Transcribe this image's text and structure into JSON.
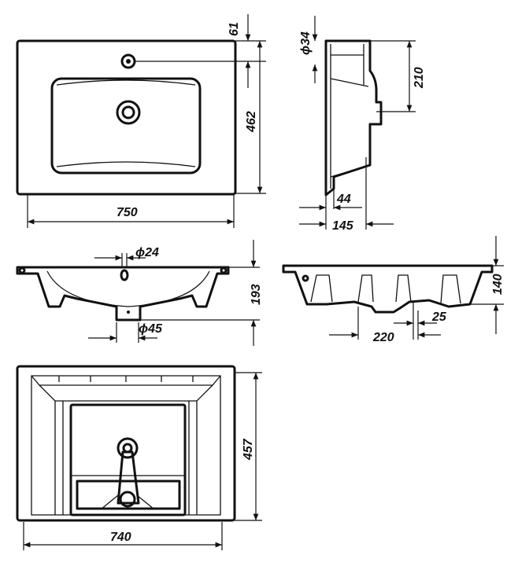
{
  "title": "Washbasin technical drawing",
  "dimensions": {
    "top_view": {
      "tap_offset": "61",
      "depth": "462",
      "width": "750"
    },
    "side_view": {
      "tap_hole_diameter": "ϕ34",
      "drain_height": "210",
      "wall_gap": "44",
      "total_depth": "145"
    },
    "front_section": {
      "tap_hole": "ϕ24",
      "height": "193",
      "drain": "ϕ45"
    },
    "side_section": {
      "height": "140",
      "offset": "25",
      "spacing": "220"
    },
    "bottom_view": {
      "depth": "457",
      "width": "740"
    }
  },
  "colors": {
    "line": "#111111",
    "background": "#ffffff"
  }
}
